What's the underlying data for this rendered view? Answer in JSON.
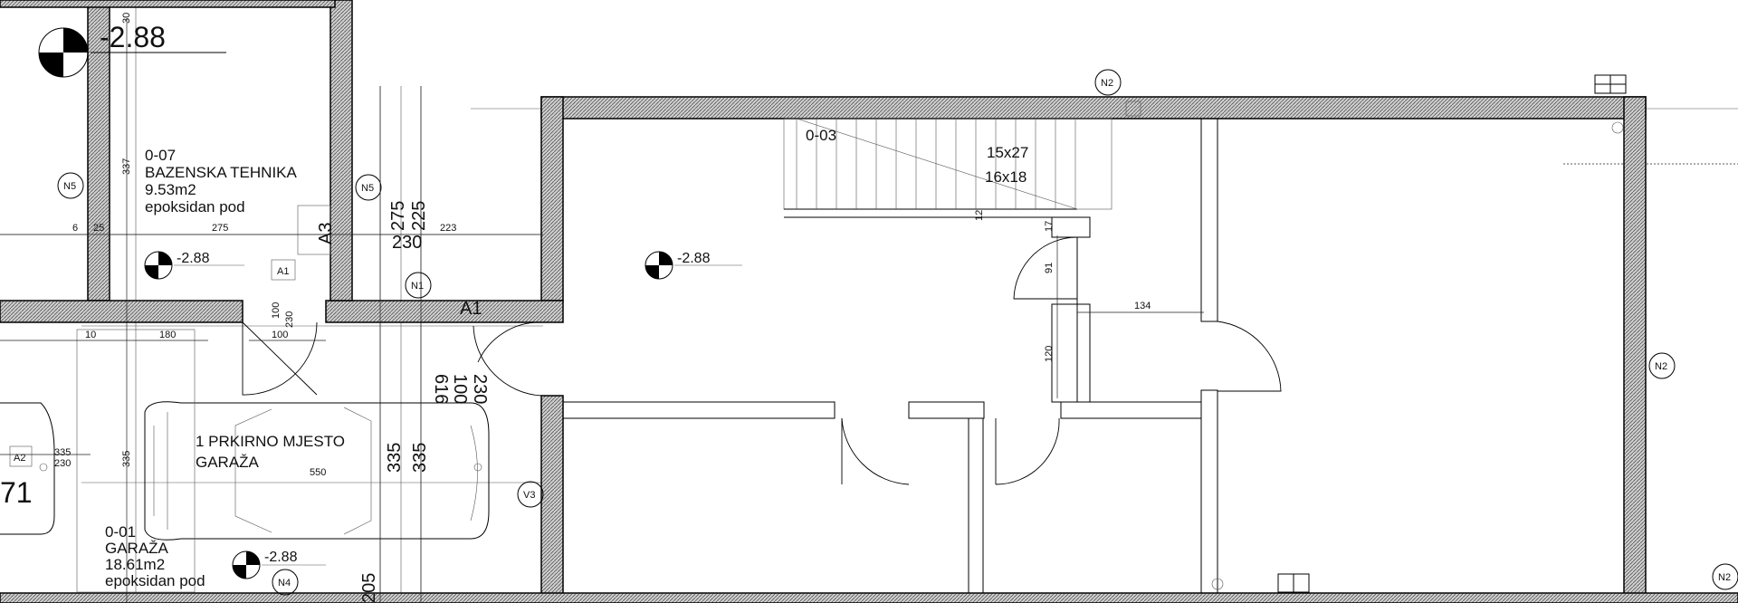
{
  "rooms": {
    "r007": {
      "number": "0-07",
      "name": "BAZENSKA TEHNIKA",
      "area": "9.53m2",
      "floor": "epoksidan pod"
    },
    "r001": {
      "number": "0-01",
      "name": "GARAŽA",
      "area": "18.61m2",
      "floor": "epoksidan pod"
    },
    "stair": {
      "number": "0-03",
      "step1": "15x27",
      "step2": "16x18"
    }
  },
  "parking": {
    "line1": "1 PRKIRNO MJESTO",
    "line2": "GARAŽA",
    "dim": "550"
  },
  "levels": {
    "main": "-2.88",
    "room": "-2.88",
    "hall": "-2.88",
    "garage": "-2.88"
  },
  "markers": {
    "n5a": "N5",
    "n5b": "N5",
    "n1": "N1",
    "n2a": "N2",
    "n2b": "N2",
    "n2c": "N2",
    "n4": "N4",
    "v3": "V3",
    "a1box": "A1",
    "a2box": "A2",
    "a3": "A3",
    "a1": "A1",
    "edge71": "71"
  },
  "dims": {
    "d337": "337",
    "d275": "275",
    "d223": "223",
    "d230": "230",
    "d275v": "275",
    "d225v": "225",
    "d25": "25",
    "d6": "6",
    "d180": "180",
    "d10": "10",
    "d100": "100",
    "d100v": "100",
    "d230v": "230",
    "d616": "616",
    "d100b": "100",
    "d230b": "230",
    "d335a": "335",
    "d335b": "335",
    "d335c": "335",
    "d335d": "335",
    "d230s": "230",
    "d134": "134",
    "d120": "120",
    "d91": "91",
    "d17": "17",
    "d12": "12",
    "d205": "205",
    "d30": "30"
  }
}
